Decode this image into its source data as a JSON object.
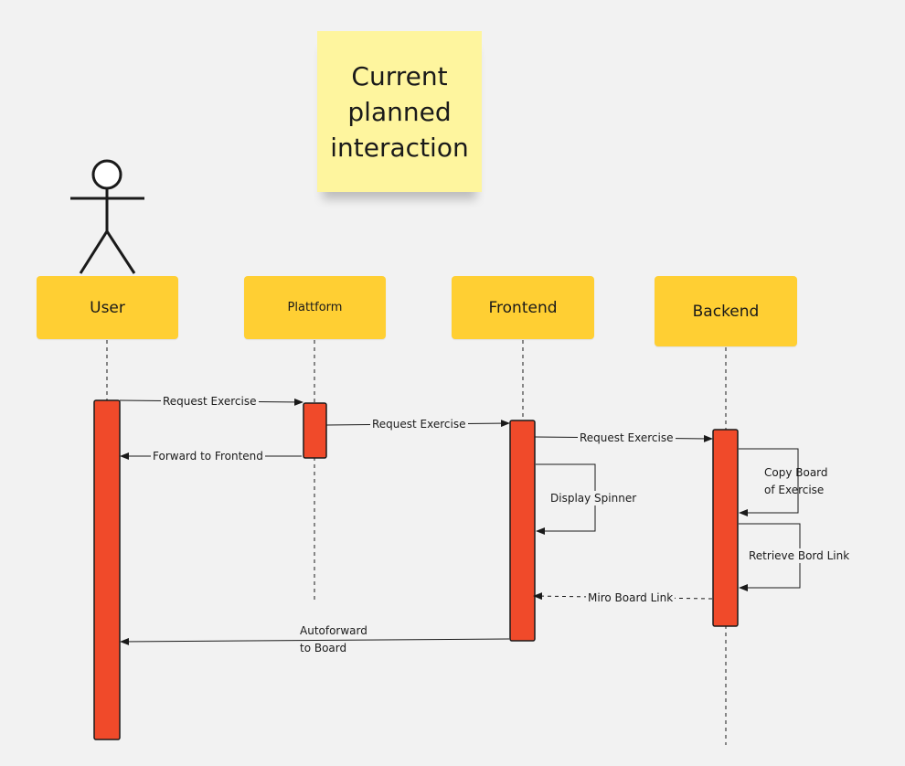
{
  "sticky_note": {
    "text": "Current planned interaction"
  },
  "participants": {
    "user": "User",
    "platform": "Plattform",
    "frontend": "Frontend",
    "backend": "Backend"
  },
  "messages": {
    "user_request": "Request Exercise",
    "platform_request": "Request Exercise",
    "frontend_request": "Request Exercise",
    "forward_to_frontend": "Forward to Frontend",
    "display_spinner": "Display Spinner",
    "copy_board_line1": "Copy Board",
    "copy_board_line2": "of Exercise",
    "retrieve_link": "Retrieve Bord Link",
    "miro_link": "Miro Board Link",
    "autoforward_line1": "Autoforward",
    "autoforward_line2": "to Board"
  },
  "colors": {
    "background": "#f2f2f2",
    "lane_header": "#ffcf33",
    "activation": "#f04a2a",
    "sticky": "#fef59e",
    "line": "#1a1a1a"
  }
}
